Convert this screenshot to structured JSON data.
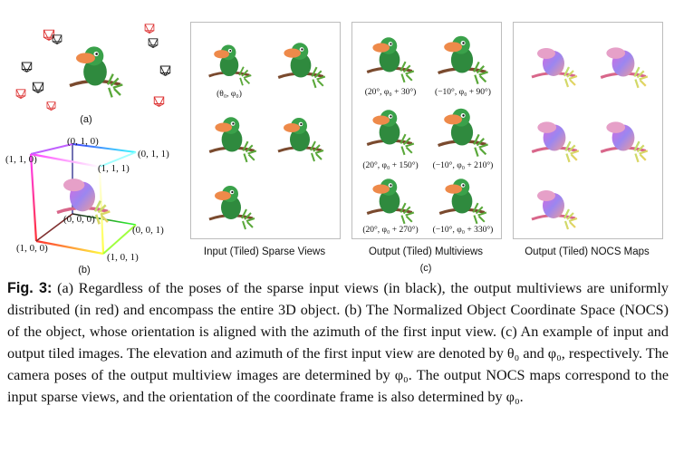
{
  "figure": {
    "panel_a_label": "(a)",
    "panel_b_label": "(b)",
    "panel_c_label": "(c)",
    "cube_corners": {
      "c010": "(0, 1, 0)",
      "c110": "(1, 1, 0)",
      "c011": "(0, 1, 1)",
      "c111": "(1, 1, 1)",
      "c000": "(0, 0, 0)",
      "c001": "(0, 0, 1)",
      "c100": "(1, 0, 0)",
      "c101": "(1, 0, 1)"
    },
    "input_pose_label": "(θ₀, φ₀)",
    "output_pose_labels": [
      "(20°, φ₀ + 30°)",
      "(−10°, φ₀ + 90°)",
      "(20°, φ₀ + 150°)",
      "(−10°, φ₀ + 210°)",
      "(20°, φ₀ + 270°)",
      "(−10°, φ₀ + 330°)"
    ],
    "panel_titles": {
      "input": "Input (Tiled) Sparse Views",
      "output": "Output (Tiled) Multiviews",
      "nocs": "Output (Tiled) NOCS Maps"
    }
  },
  "caption": {
    "label": "Fig. 3:",
    "text": " (a) Regardless of the poses of the sparse input views (in black), the output multiviews are uniformly distributed (in red) and encompass the entire 3D object. (b) The Normalized Object Coordinate Space (NOCS) of the object, whose orientation is aligned with the azimuth of the first input view. (c) An example of input and output tiled images. The elevation and azimuth of the first input view are denoted by θ₀ and φ₀, respectively. The camera poses of the output multiview images are determined by φ₀. The output NOCS maps correspond to the input sparse views, and the orientation of the coordinate frame is also determined by φ₀."
  }
}
